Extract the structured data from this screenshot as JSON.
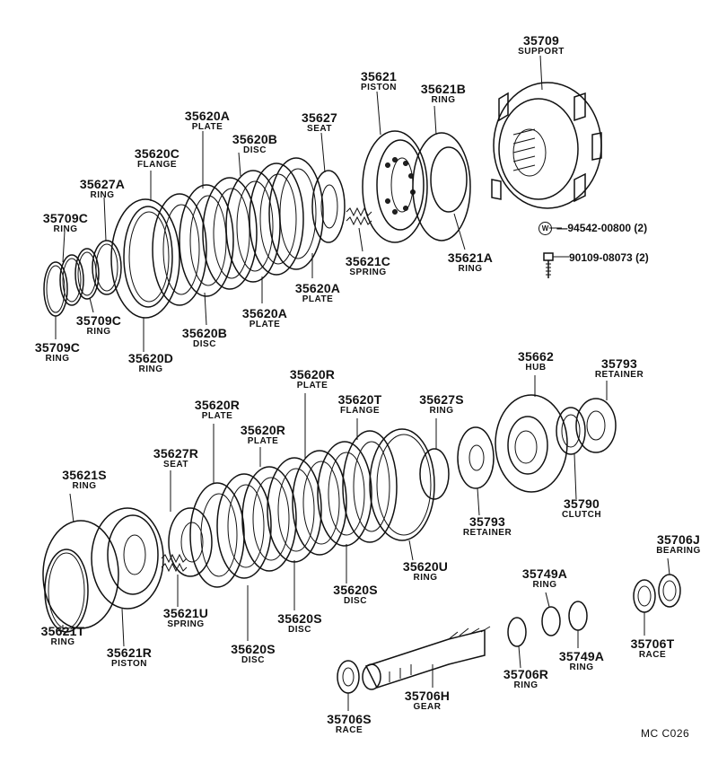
{
  "parts_upper": [
    {
      "number": "35709",
      "name": "SUPPORT"
    },
    {
      "number": "35621",
      "name": "PISTON"
    },
    {
      "number": "35621B",
      "name": "RING"
    },
    {
      "number": "35627",
      "name": "SEAT"
    },
    {
      "number": "35620A",
      "name": "PLATE"
    },
    {
      "number": "35620B",
      "name": "DISC"
    },
    {
      "number": "35620C",
      "name": "FLANGE"
    },
    {
      "number": "35627A",
      "name": "RING"
    },
    {
      "number": "35709C",
      "name": "RING"
    },
    {
      "number": "35621C",
      "name": "SPRING"
    },
    {
      "number": "35621A",
      "name": "RING"
    },
    {
      "number": "35620A",
      "name": "PLATE"
    },
    {
      "number": "35620A",
      "name": "PLATE"
    },
    {
      "number": "35709C",
      "name": "RING"
    },
    {
      "number": "35620B",
      "name": "DISC"
    },
    {
      "number": "35709C",
      "name": "RING"
    },
    {
      "number": "35620D",
      "name": "RING"
    }
  ],
  "hardware": [
    {
      "symbol": "W",
      "text": "94542-00800 (2)"
    },
    {
      "text": "90109-08073 (2)"
    }
  ],
  "parts_lower": [
    {
      "number": "35620R",
      "name": "PLATE"
    },
    {
      "number": "35620T",
      "name": "FLANGE"
    },
    {
      "number": "35627S",
      "name": "RING"
    },
    {
      "number": "35662",
      "name": "HUB"
    },
    {
      "number": "35793",
      "name": "RETAINER"
    },
    {
      "number": "35620R",
      "name": "PLATE"
    },
    {
      "number": "35620R",
      "name": "PLATE"
    },
    {
      "number": "35627R",
      "name": "SEAT"
    },
    {
      "number": "35621S",
      "name": "RING"
    },
    {
      "number": "35793",
      "name": "RETAINER"
    },
    {
      "number": "35790",
      "name": "CLUTCH"
    },
    {
      "number": "35706J",
      "name": "BEARING"
    },
    {
      "number": "35620U",
      "name": "RING"
    },
    {
      "number": "35749A",
      "name": "RING"
    },
    {
      "number": "35621U",
      "name": "SPRING"
    },
    {
      "number": "35620S",
      "name": "DISC"
    },
    {
      "number": "35620S",
      "name": "DISC"
    },
    {
      "number": "35621T",
      "name": "RING"
    },
    {
      "number": "35621R",
      "name": "PISTON"
    },
    {
      "number": "35620S",
      "name": "DISC"
    },
    {
      "number": "35749A",
      "name": "RING"
    },
    {
      "number": "35706T",
      "name": "RACE"
    },
    {
      "number": "35706H",
      "name": "GEAR"
    },
    {
      "number": "35706R",
      "name": "RING"
    },
    {
      "number": "35706S",
      "name": "RACE"
    }
  ],
  "diagram_code": "MC  C026"
}
